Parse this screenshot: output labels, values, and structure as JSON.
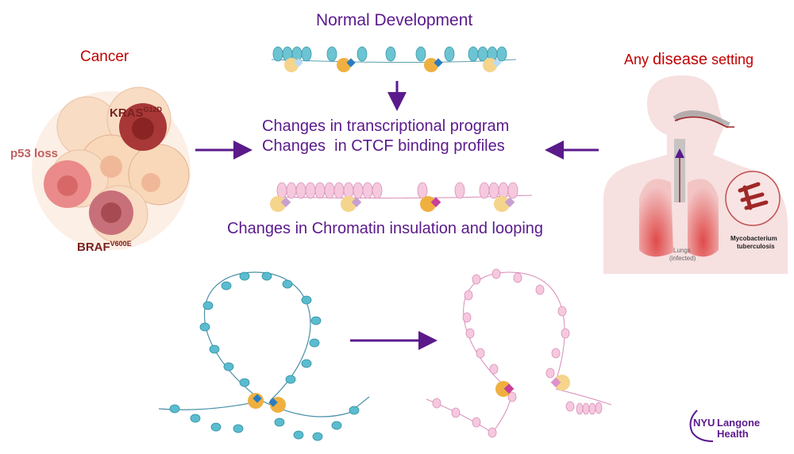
{
  "panels": {
    "cancer": {
      "title": "Cancer",
      "labels": {
        "kras": "KRAS",
        "kras_sup": "G12D",
        "p53": "p53 loss",
        "braf": "BRAF",
        "braf_sup": "V600E"
      }
    },
    "normal": {
      "title": "Normal Development"
    },
    "center": {
      "line1": "Changes in transcriptional program",
      "line2": "Changes  in CTCF binding profiles",
      "bottom": "Changes in Chromatin insulation and looping"
    },
    "disease": {
      "title_pre": "Any ",
      "title_bold": "disease",
      "title_post": " setting",
      "lungs_label_1": "Lungs",
      "lungs_label_2": "(infected)",
      "bacteria_label_1": "Mycobacterium",
      "bacteria_label_2": "tuberculosis"
    }
  },
  "logo": {
    "line1a": "NYU",
    "line1b": "Langone",
    "line2": "Health"
  },
  "colors": {
    "purple": "#5a1a8c",
    "red": "#c00000",
    "teal": "#4fb3c4",
    "pink": "#f0b8d4",
    "ctcf_orange": "#f0b040",
    "cohesin_blue": "#2a7cc0",
    "cohesin_magenta": "#c8409a"
  }
}
